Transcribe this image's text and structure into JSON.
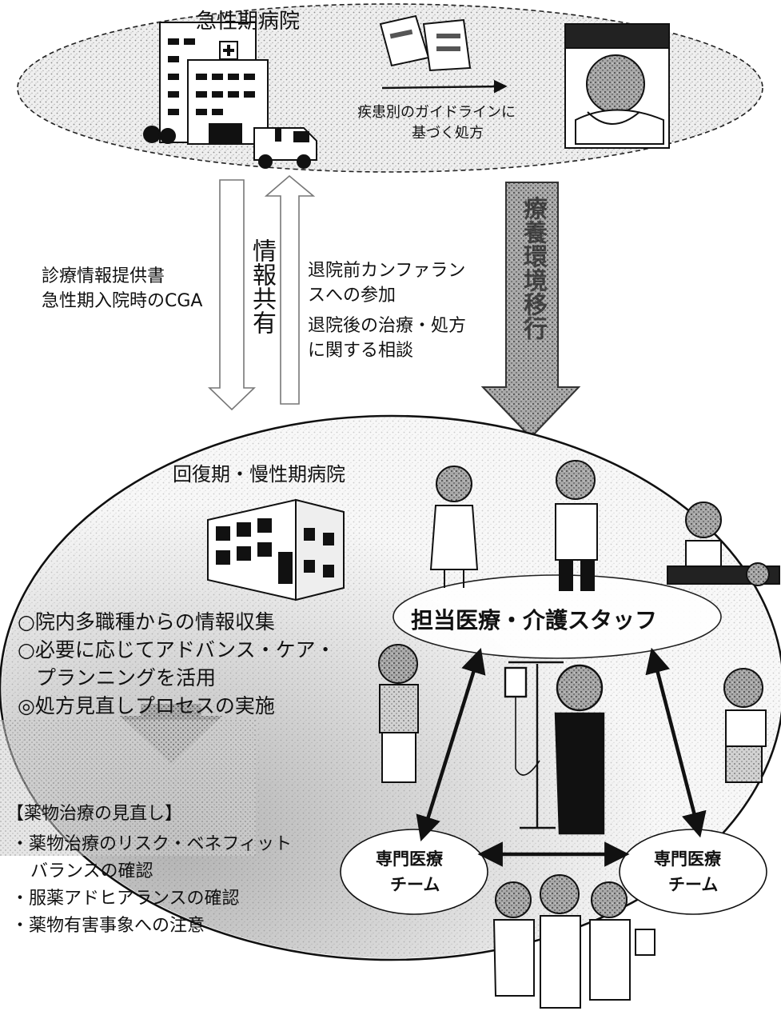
{
  "acute": {
    "title": "急性期病院",
    "guideline_line1": "疾患別のガイドラインに",
    "guideline_line2": "基づく処方"
  },
  "info_share": {
    "label": "情報共有",
    "left_line1": "診療情報提供書",
    "left_line2": "急性期入院時のCGA",
    "right_line1": "退院前カンファラン",
    "right_line2": "スへの参加",
    "right_line3": "退院後の治療・処方",
    "right_line4": "に関する相談"
  },
  "transfer_arrow": {
    "label": "療養環境移行"
  },
  "recovery": {
    "title": "回復期・慢性期病院",
    "items": [
      "○院内多職種からの情報収集",
      "○必要に応じてアドバンス・ケア・",
      "プランニングを活用",
      "◎処方見直しプロセスの実施"
    ],
    "review_heading": "【薬物治療の見直し】",
    "review_items": [
      "・薬物治療のリスク・ベネフィット",
      "バランスの確認",
      "・服薬アドヒアランスの確認",
      "・薬物有害事象への注意"
    ]
  },
  "staff": {
    "label": "担当医療・介護スタッフ"
  },
  "teams": {
    "left_line1": "専門医療",
    "left_line2": "チーム",
    "right_line1": "専門医療",
    "right_line2": "チーム"
  },
  "colors": {
    "line": "#111111",
    "speckle": "#c9c9c9",
    "shade": "#8a8a8a",
    "dark": "#3a3a3a"
  }
}
